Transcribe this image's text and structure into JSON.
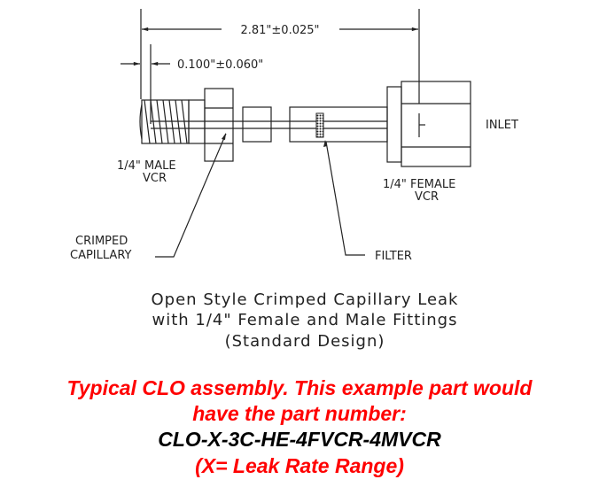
{
  "drawing": {
    "overall_dimension": "2.81\"±0.025\"",
    "offset_dimension": "0.100\"±0.060\"",
    "inlet_label": "INLET",
    "male_label_1": "1/4\" MALE",
    "male_label_2": "VCR",
    "female_label_1": "1/4\" FEMALE",
    "female_label_2": "VCR",
    "crimped_label_1": "CRIMPED",
    "crimped_label_2": "CAPILLARY",
    "filter_label": "FILTER",
    "caption": [
      "Open Style Crimped Capillary Leak",
      "with 1/4\" Female and Male Fittings",
      "(Standard Design)"
    ]
  },
  "notes": {
    "line1": "Typical CLO assembly.  This example part would",
    "line2": "have the part number:",
    "part_number": "CLO-X-3C-HE-4FVCR-4MVCR",
    "line4": "(X= Leak Rate Range)",
    "red_color": "#ff0000",
    "black_color": "#000000"
  }
}
